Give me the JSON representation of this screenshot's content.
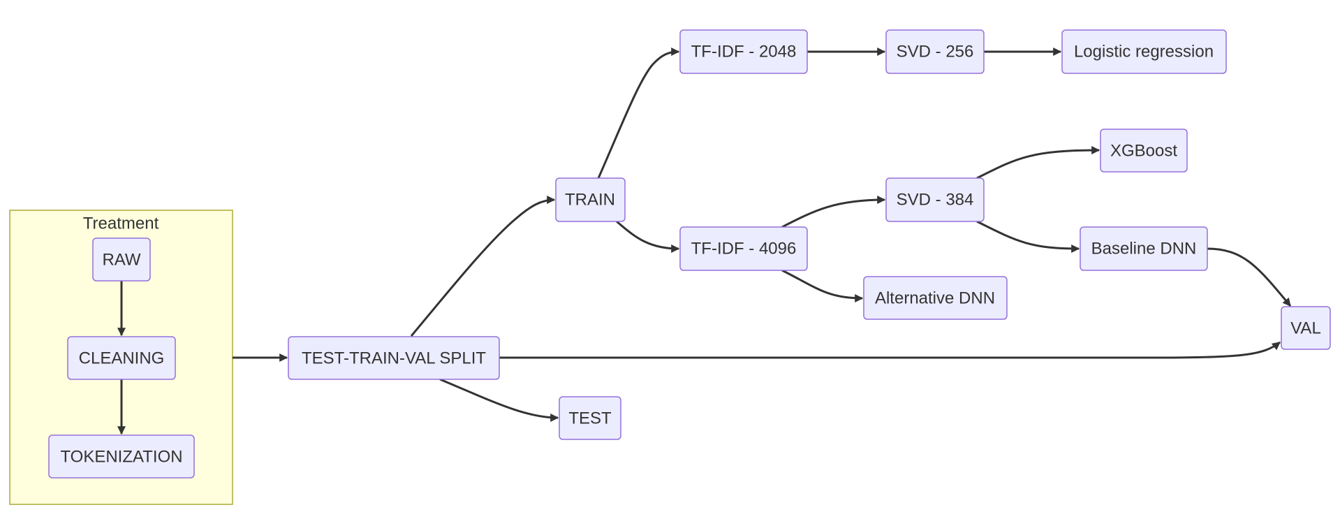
{
  "clusters": {
    "treatment": {
      "label": "Treatment"
    }
  },
  "nodes": {
    "raw": "RAW",
    "cleaning": "CLEANING",
    "tokenization": "TOKENIZATION",
    "split": "TEST-TRAIN-VAL SPLIT",
    "train": "TRAIN",
    "test": "TEST",
    "tfidf_2048": "TF-IDF - 2048",
    "tfidf_4096": "TF-IDF - 4096",
    "svd_256": "SVD - 256",
    "svd_384": "SVD - 384",
    "logreg": "Logistic regression",
    "xgboost": "XGBoost",
    "baseline_dnn": "Baseline DNN",
    "alt_dnn": "Alternative DNN",
    "val": "VAL"
  },
  "edges": [
    [
      "raw",
      "cleaning"
    ],
    [
      "cleaning",
      "tokenization"
    ],
    [
      "treatment",
      "split"
    ],
    [
      "split",
      "train"
    ],
    [
      "split",
      "test"
    ],
    [
      "split",
      "val"
    ],
    [
      "train",
      "tfidf_2048"
    ],
    [
      "train",
      "tfidf_4096"
    ],
    [
      "tfidf_2048",
      "svd_256"
    ],
    [
      "svd_256",
      "logreg"
    ],
    [
      "tfidf_4096",
      "svd_384"
    ],
    [
      "tfidf_4096",
      "alt_dnn"
    ],
    [
      "svd_384",
      "xgboost"
    ],
    [
      "svd_384",
      "baseline_dnn"
    ],
    [
      "baseline_dnn",
      "val"
    ]
  ],
  "colors": {
    "node_fill": "#ececff",
    "node_stroke": "#9370db",
    "cluster_fill": "#ffffde",
    "cluster_stroke": "#aaaa33",
    "edge": "#333333",
    "text": "#333333"
  }
}
